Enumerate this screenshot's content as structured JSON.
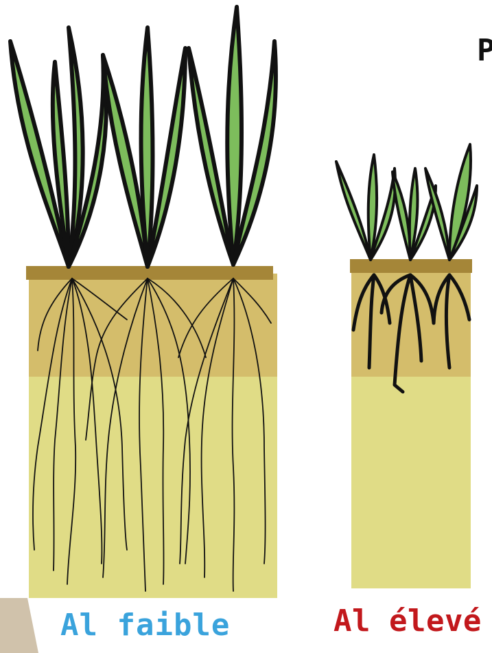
{
  "labels": {
    "low": "Al faible",
    "high": "Al élevé"
  },
  "corner_text": "P",
  "colors": {
    "low_label": "#3aa3dc",
    "high_label": "#c2181c",
    "soil_top": "#d4bd6b",
    "soil_bottom": "#e0dc86",
    "soil_surface": "#a58638",
    "leaf": "#7dbd5c",
    "leaf_outline": "#111111",
    "corner_accent": "#c8b79c"
  }
}
